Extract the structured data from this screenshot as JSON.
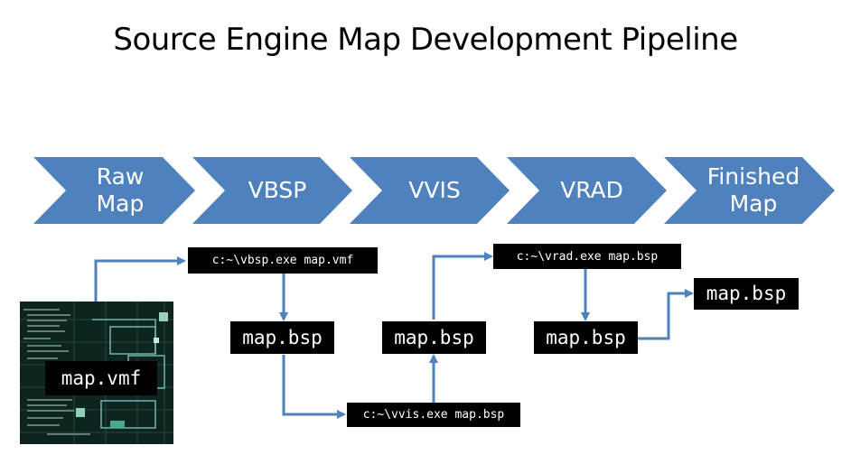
{
  "title": "Source Engine Map Development Pipeline",
  "stages": [
    "Raw\nMap",
    "VBSP",
    "VVIS",
    "VRAD",
    "Finished\nMap"
  ],
  "commands": {
    "vbsp": "c:~\\vbsp.exe map.vmf",
    "vvis": "c:~\\vvis.exe map.bsp",
    "vrad": "c:~\\vrad.exe map.bsp"
  },
  "files": {
    "raw": "map.vmf",
    "after_vbsp": "map.bsp",
    "after_vvis": "map.bsp",
    "after_vrad": "map.bsp",
    "final": "map.bsp"
  },
  "colors": {
    "chevron": "#4f81bd",
    "connector": "#4f81bd",
    "code_bg": "#000000",
    "code_text": "#ffffff"
  },
  "thumbnail": {
    "icon": "hammer-editor-screenshot"
  }
}
